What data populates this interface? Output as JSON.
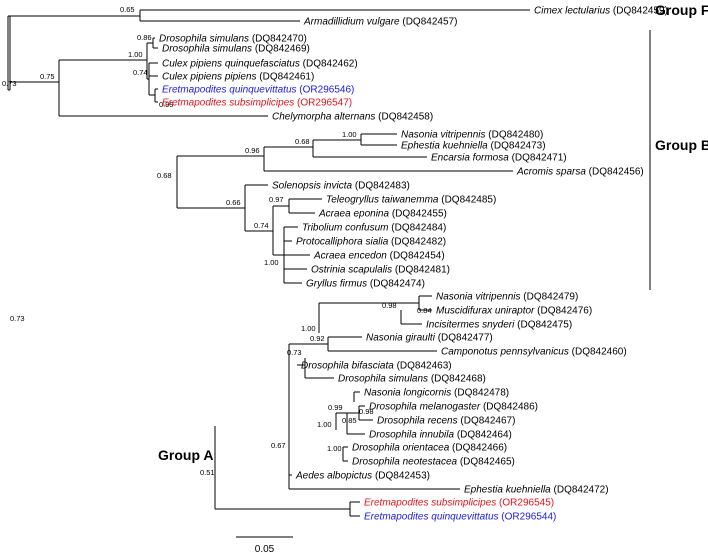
{
  "colors": {
    "default": "#000000",
    "red": "#e8141c",
    "blue": "#1a1ae6"
  },
  "groups": [
    {
      "id": "F",
      "label": "Group F"
    },
    {
      "id": "B",
      "label": "Group B"
    },
    {
      "id": "A",
      "label": "Group A"
    }
  ],
  "scale_bar": {
    "value": "0.05"
  },
  "tips": [
    {
      "id": "t0",
      "species": "Cimex lectularius",
      "accession": "(DQ842459)",
      "color": "default"
    },
    {
      "id": "t1",
      "species": "Armadillidium vulgare",
      "accession": "(DQ842457)",
      "color": "default"
    },
    {
      "id": "t2",
      "species": "Drosophila simulans",
      "accession": "(DQ842470)",
      "color": "default"
    },
    {
      "id": "t3",
      "species": "Drosophila simulans",
      "accession": "(DQ842469)",
      "color": "default"
    },
    {
      "id": "t4",
      "species": "Culex pipiens quinquefasciatus",
      "accession": "(DQ842462)",
      "color": "default"
    },
    {
      "id": "t5",
      "species": "Culex pipiens pipiens",
      "accession": "(DQ842461)",
      "color": "default"
    },
    {
      "id": "t6",
      "species": "Eretmapodites quinquevittatus",
      "accession": "(OR296546)",
      "color": "blue"
    },
    {
      "id": "t7",
      "species": "Eretmapodites subsimplicipes",
      "accession": "(OR296547)",
      "color": "red"
    },
    {
      "id": "t8",
      "species": "Chelymorpha alternans",
      "accession": "(DQ842458)",
      "color": "default"
    },
    {
      "id": "t9",
      "species": "Nasonia vitripennis",
      "accession": "(DQ842480)",
      "color": "default"
    },
    {
      "id": "t10",
      "species": "Ephestia kuehniella",
      "accession": "(DQ842473)",
      "color": "default"
    },
    {
      "id": "t11",
      "species": "Encarsia formosa",
      "accession": "(DQ842471)",
      "color": "default"
    },
    {
      "id": "t12",
      "species": "Acromis sparsa",
      "accession": "(DQ842456)",
      "color": "default"
    },
    {
      "id": "t13",
      "species": "Solenopsis invicta",
      "accession": "(DQ842483)",
      "color": "default"
    },
    {
      "id": "t14",
      "species": "Teleogryllus taiwanemma",
      "accession": "(DQ842485)",
      "color": "default"
    },
    {
      "id": "t15",
      "species": "Acraea eponina",
      "accession": "(DQ842455)",
      "color": "default"
    },
    {
      "id": "t16",
      "species": "Tribolium confusum",
      "accession": "(DQ842484)",
      "color": "default"
    },
    {
      "id": "t17",
      "species": "Protocalliphora sialia",
      "accession": "(DQ842482)",
      "color": "default"
    },
    {
      "id": "t18",
      "species": "Acraea encedon",
      "accession": "(DQ842454)",
      "color": "default"
    },
    {
      "id": "t19",
      "species": "Ostrinia scapulalis",
      "accession": "(DQ842481)",
      "color": "default"
    },
    {
      "id": "t20",
      "species": "Gryllus firmus",
      "accession": "(DQ842474)",
      "color": "default"
    },
    {
      "id": "t21",
      "species": "Nasonia vitripennis",
      "accession": "(DQ842479)",
      "color": "default"
    },
    {
      "id": "t22",
      "species": "Muscidifurax uniraptor",
      "accession": "(DQ842476)",
      "color": "default"
    },
    {
      "id": "t23",
      "species": "Incisitermes snyderi",
      "accession": "(DQ842475)",
      "color": "default"
    },
    {
      "id": "t24",
      "species": "Nasonia giraulti",
      "accession": "(DQ842477)",
      "color": "default"
    },
    {
      "id": "t25",
      "species": "Camponotus pennsylvanicus",
      "accession": "(DQ842460)",
      "color": "default"
    },
    {
      "id": "t26",
      "species": "Drosophila bifasciata",
      "accession": "(DQ842463)",
      "color": "default"
    },
    {
      "id": "t27",
      "species": "Drosophila simulans",
      "accession": "(DQ842468)",
      "color": "default"
    },
    {
      "id": "t28",
      "species": "Nasonia longicornis",
      "accession": "(DQ842478)",
      "color": "default"
    },
    {
      "id": "t29",
      "species": "Drosophila melanogaster",
      "accession": "(DQ842486)",
      "color": "default"
    },
    {
      "id": "t30",
      "species": "Drosophila recens",
      "accession": "(DQ842467)",
      "color": "default"
    },
    {
      "id": "t31",
      "species": "Drosophila innubila",
      "accession": "(DQ842464)",
      "color": "default"
    },
    {
      "id": "t32",
      "species": "Drosophila orientacea",
      "accession": "(DQ842466)",
      "color": "default"
    },
    {
      "id": "t33",
      "species": "Drosophila neotestacea",
      "accession": "(DQ842465)",
      "color": "default"
    },
    {
      "id": "t34",
      "species": "Aedes albopictus",
      "accession": "(DQ842453)",
      "color": "default"
    },
    {
      "id": "t35",
      "species": "Ephestia kuehniella",
      "accession": "(DQ842472)",
      "color": "default"
    },
    {
      "id": "t36",
      "species": "Eretmapodites subsimplicipes",
      "accession": "(OR296545)",
      "color": "red"
    },
    {
      "id": "t37",
      "species": "Eretmapodites quinquevittatus",
      "accession": "(OR296544)",
      "color": "blue"
    }
  ],
  "nodes": [
    {
      "id": "n0",
      "support": "0.73"
    },
    {
      "id": "n1",
      "support": "0.73"
    },
    {
      "id": "n2",
      "support": "0.65"
    },
    {
      "id": "n3",
      "support": "0.75"
    },
    {
      "id": "n4",
      "support": "1.00"
    },
    {
      "id": "n5",
      "support": "0.86"
    },
    {
      "id": "n6",
      "support": "0.74"
    },
    {
      "id": "n7",
      "support": "0.99"
    },
    {
      "id": "n8",
      "support": "0.68"
    },
    {
      "id": "n9",
      "support": "0.96"
    },
    {
      "id": "n10",
      "support": "0.68"
    },
    {
      "id": "n11",
      "support": "1.00"
    },
    {
      "id": "n12",
      "support": "0.66"
    },
    {
      "id": "n13",
      "support": "0.74"
    },
    {
      "id": "n14",
      "support": "0.97"
    },
    {
      "id": "n15",
      "support": "1.00"
    },
    {
      "id": "n16",
      "support": "0.51"
    },
    {
      "id": "n17",
      "support": "0.67"
    },
    {
      "id": "n18",
      "support": "0.73"
    },
    {
      "id": "n19",
      "support": "1.00"
    },
    {
      "id": "n20",
      "support": "0.98"
    },
    {
      "id": "n21",
      "support": "0.84"
    },
    {
      "id": "n22",
      "support": "0.92"
    },
    {
      "id": "n23",
      "support": "1.00"
    },
    {
      "id": "n24",
      "support": "0.99"
    },
    {
      "id": "n25",
      "support": "0.98"
    },
    {
      "id": "n26",
      "support": "0.85"
    },
    {
      "id": "n27",
      "support": "1.00"
    },
    {
      "id": "n28",
      "support": ""
    },
    {
      "id": "n29",
      "support": ""
    }
  ]
}
